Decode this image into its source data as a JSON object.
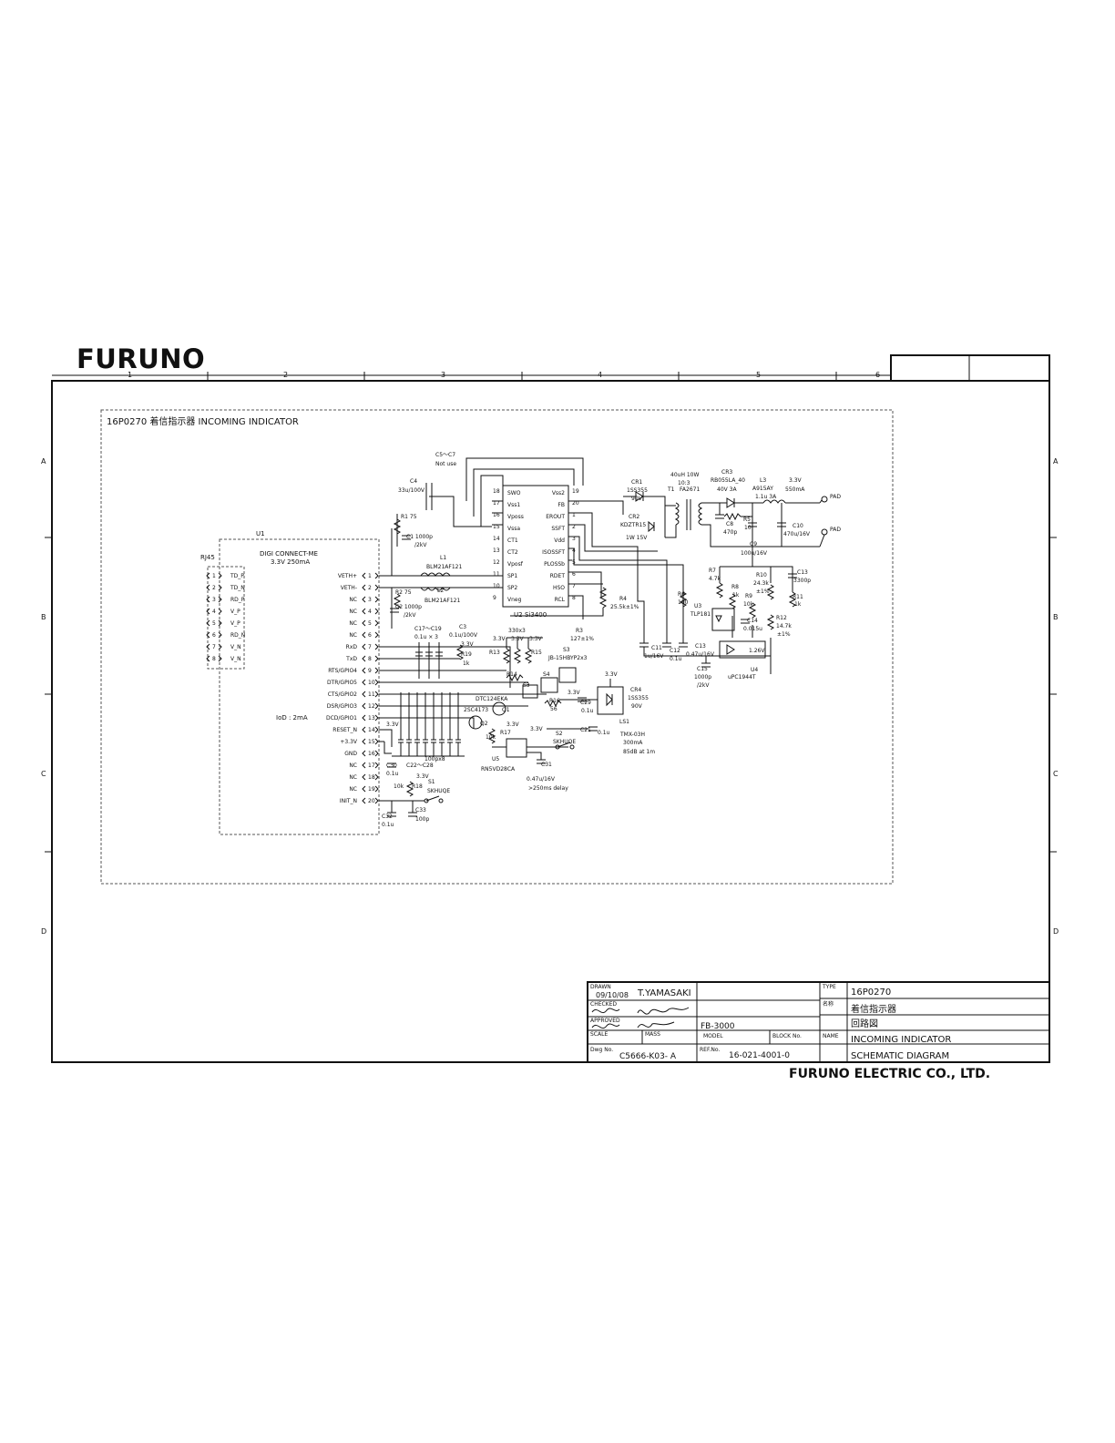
{
  "brand": {
    "logo": "FURUNO",
    "company": "FURUNO ELECTRIC CO., LTD."
  },
  "grid": {
    "cols": [
      "1",
      "2",
      "3",
      "4",
      "5",
      "6"
    ],
    "rows": [
      "A",
      "B",
      "C",
      "D"
    ]
  },
  "sheet_title": "16P0270 着信指示器  INCOMING INDICATOR",
  "blocks": {
    "rj45": {
      "name": "RJ45",
      "pins": [
        "TD_P",
        "TD_N",
        "RD_P",
        "V_P",
        "V_P",
        "RD_N",
        "V_N",
        "V_N"
      ],
      "pin_numbers": [
        "1",
        "2",
        "3",
        "4",
        "5",
        "6",
        "7",
        "8"
      ]
    },
    "u1": {
      "ref": "U1",
      "name": "DIGI CONNECT-ME",
      "spec": "3.3V 250mA",
      "iod": "IoD : 2mA",
      "pins": [
        "VETH+",
        "VETH-",
        "NC",
        "NC",
        "NC",
        "NC",
        "RxD",
        "TxD",
        "RTS/GPIO4",
        "DTR/GPIO5",
        "CTS/GPIO2",
        "DSR/GPIO3",
        "DCD/GPIO1",
        "RESET_N",
        "+3.3V",
        "GND",
        "NC",
        "NC",
        "NC",
        "INIT_N"
      ],
      "pin_numbers": [
        "1",
        "2",
        "3",
        "4",
        "5",
        "6",
        "7",
        "8",
        "9",
        "10",
        "11",
        "12",
        "13",
        "14",
        "15",
        "16",
        "17",
        "18",
        "19",
        "20"
      ]
    },
    "u2": {
      "ref": "U2",
      "name": "Si3400",
      "left_pins": [
        "SWO",
        "Vss1",
        "Vposs",
        "Vssa",
        "CT1",
        "CT2",
        "Vposf",
        "SP1",
        "SP2",
        "Vneg"
      ],
      "left_nums": [
        "18",
        "17",
        "16",
        "15",
        "14",
        "13",
        "12",
        "11",
        "10",
        "9"
      ],
      "right_pins": [
        "Vss2",
        "FB",
        "EROUT",
        "SSFT",
        "Vdd",
        "ISOSSFT",
        "PLOSSb",
        "RDET",
        "HSO",
        "RCL"
      ],
      "right_nums": [
        "19",
        "20",
        "1",
        "2",
        "3",
        "4",
        "5",
        "6",
        "7",
        "8"
      ]
    }
  },
  "labels": {
    "c5c7": "C5〜C7",
    "not_use": "Not use",
    "c4": "C4",
    "c4v": "33u/100V",
    "r1": "R1 75",
    "c1": "C1 1000p",
    "c1v": "/2kV",
    "l1": "L1",
    "l1v": "BLM21AF121",
    "r2": "R2 75",
    "c2": "C2 1000p",
    "c2v": "/2kV",
    "l2": "L2",
    "l2v": "BLM21AF121",
    "c3": "C3",
    "c3v": "0.1u/100V",
    "c17": "C17〜C19",
    "c17v": "0.1u  ×  3",
    "r3": "R3",
    "r3v": "127±1%",
    "r4": "R4",
    "r4v": "25.5k±1%",
    "cr1": "CR1",
    "cr1a": "1SS355",
    "cr1b": "90V",
    "cr2": "CR2",
    "cr2a": "KDZTR15",
    "cr2b": "1W 15V",
    "t1top": "40uH 10W",
    "t1ratio": "10:3",
    "t1": "T1",
    "t1v": "FA2671",
    "cr3": "CR3",
    "cr3a": "RB055LA_40",
    "cr3b": "40V 3A",
    "l3": "L3",
    "l3a": "A915AY",
    "l3b": "1.1u 3A",
    "out_v": "3.3V",
    "out_a": "550mA",
    "pad1": "PAD",
    "pad2": "PAD",
    "c8": "C8",
    "c8v": "470p",
    "r5": "R5",
    "r5v": "10",
    "c9": "C9",
    "c9v": "100u/16V",
    "c10": "C10",
    "c10v": "470u/16V",
    "r7": "R7",
    "r7v": "4.7k",
    "r10": "R10",
    "r10v": "24.3k",
    "r10t": "±1%",
    "c13x": "C13",
    "c13xv": "3300p",
    "r8": "R8",
    "r8v": "1k",
    "r9": "R9",
    "r9v": "10k",
    "r11": "R11",
    "r11v": "1k",
    "r6": "R6",
    "r6v": "100",
    "u3": "U3",
    "u3v": "TLP181",
    "c14": "C14",
    "c14v": "0.015u",
    "r12": "R12",
    "r12v": "14.7k",
    "r12t": "±1%",
    "c11": "C11",
    "c11v": "1u/16V",
    "c12": "C12",
    "c12v": "0.1u",
    "c13": "C13",
    "c13v": "0.47u/16V",
    "c15": "C15",
    "c15v": "1000p",
    "c15w": "/2kV",
    "u4": "U4",
    "u4v": "uPC1944T",
    "u4pin": "1.26V",
    "r330": "330x3",
    "v33": "3.3V",
    "r13": "R13",
    "r15": "R15",
    "r19": "R19",
    "r19v": "1k",
    "s3": "S3",
    "s3v": "JB-15HBYP2x3",
    "r14": "R14",
    "s4": "S4",
    "dtc": "DTC124EKA",
    "q1": "Q1",
    "tr2": "2SC4173",
    "q2": "Q2",
    "r16": "R16",
    "r16v": "56",
    "c29": "C29",
    "c29v": "0.1u",
    "cr4": "CR4",
    "cr4a": "1SS355",
    "cr4b": "90V",
    "ls1": "LS1",
    "c21": "C21",
    "c21v": "0.1u",
    "tmx": "TMX-03H",
    "tmxa": "300mA",
    "tmxb": "85dB at 1m",
    "r17": "R17",
    "r17v": "10k",
    "s2": "S2",
    "s2v": "SKHUQE",
    "u5": "U5",
    "u5v": "RN5VD28CA",
    "c31": "C31",
    "c31v": "0.47u/16V",
    "c31d": ">250ms delay",
    "c22": "C22〜C28",
    "c22v": "100px8",
    "c30": "C30",
    "c30v": "0.1u",
    "r18": "R18",
    "r18v": "10k",
    "s1": "S1",
    "s1v": "SKHUQE",
    "c32": "C32",
    "c32v": "0.1u",
    "c33": "C33",
    "c33v": "100p"
  },
  "title_block": {
    "drawn_label": "DRAWN",
    "drawn_date": "09/10/08",
    "drawn_by": "T.YAMASAKI",
    "checked_label": "CHECKED",
    "approved_label": "APPROVED",
    "scale_label": "SCALE",
    "mass_label": "MASS",
    "model_label": "MODEL",
    "model": "FB-3000",
    "block_label": "BLOCK No.",
    "dwg_label": "Dwg No.",
    "dwg": "C5666-K03- A",
    "ref_label": "REF.No.",
    "ref": "16-021-4001-0",
    "type_label": "TYPE",
    "type": "16P0270",
    "name_jp_label": "名称",
    "name_jp": "着信指示器",
    "kind_jp": "回路図",
    "name_label": "NAME",
    "name": "INCOMING INDICATOR",
    "kind": "SCHEMATIC DIAGRAM"
  }
}
